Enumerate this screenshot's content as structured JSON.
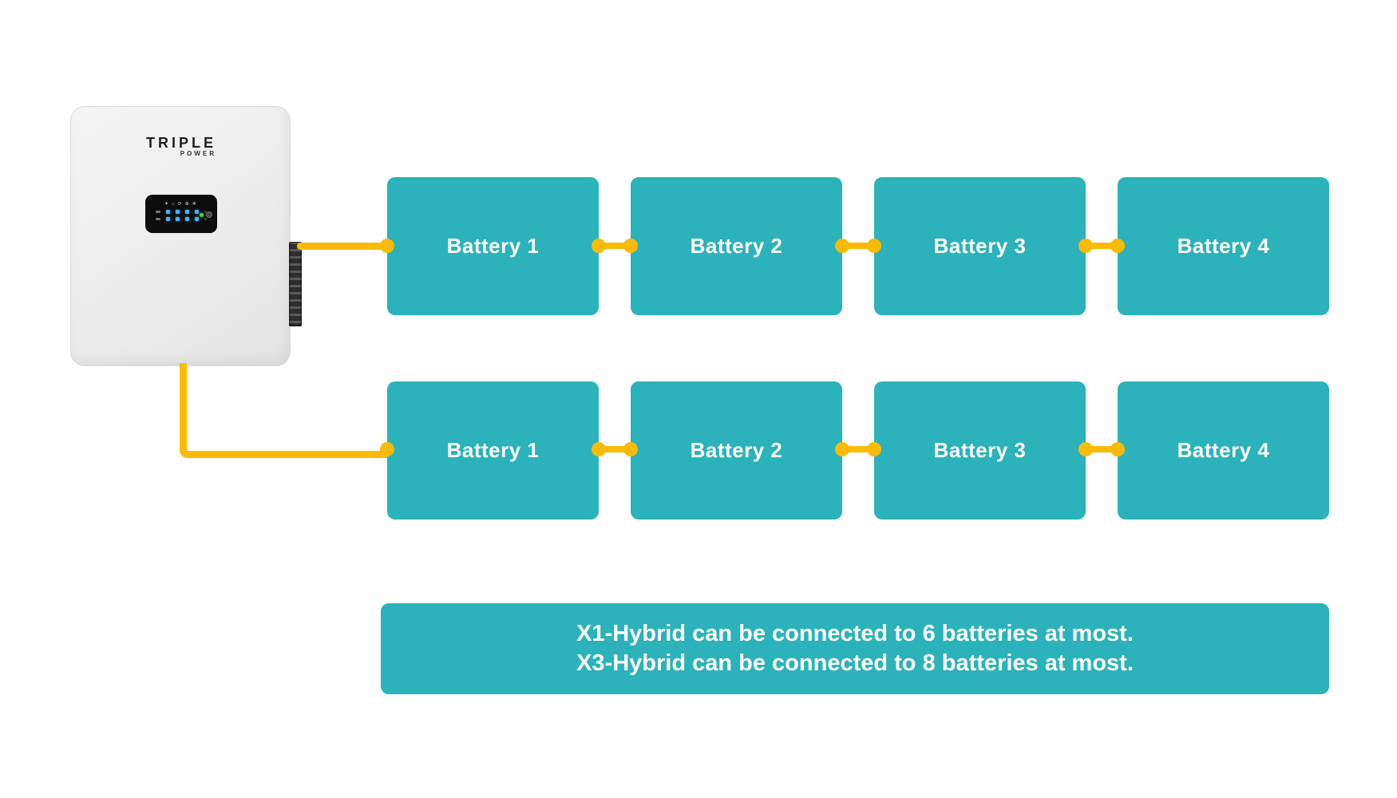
{
  "device": {
    "brand_line1": "TRIPLE",
    "brand_line2": "POWER",
    "panel_icons": [
      "✦",
      "⌂",
      "⟳",
      "⊕",
      "❄"
    ]
  },
  "batteries": {
    "row1": [
      "Battery 1",
      "Battery 2",
      "Battery 3",
      "Battery 4"
    ],
    "row2": [
      "Battery 1",
      "Battery 2",
      "Battery 3",
      "Battery 4"
    ]
  },
  "note": {
    "line1": "X1-Hybrid can be connected to 6 batteries at most.",
    "line2": "X3-Hybrid can be connected to 8 batteries at most."
  },
  "colors": {
    "teal": "#2BB2BA",
    "yellow": "#F9BB07",
    "device_body": "#ECECEC",
    "panel_black": "#0D0D0D",
    "led_blue": "#45B6F2",
    "led_green": "#3FD64A",
    "text_white": "#FFFFFF",
    "logo_black": "#1F1F1F"
  }
}
